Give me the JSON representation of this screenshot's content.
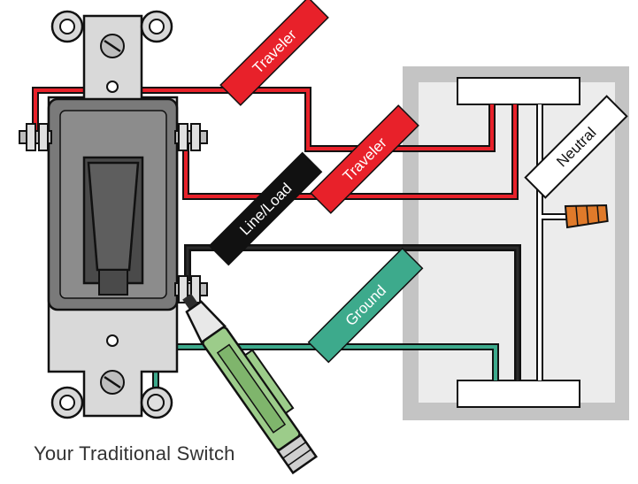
{
  "caption": "Your Traditional Switch",
  "labels": {
    "traveler_top": "Traveler",
    "traveler_mid": "Traveler",
    "line_load": "Line/Load",
    "ground": "Ground",
    "neutral": "Neutral"
  },
  "colors": {
    "traveler": "#e8212a",
    "line": "#111111",
    "ground": "#3daa8c",
    "neutral": "#ffffff",
    "wire_nut": "#e07a2a",
    "tester": "#9ccc8a",
    "switch_body": "#7a7a7a",
    "plate": "#d9d9d9",
    "box": "#c4c4c4"
  },
  "icons": [
    "screw-icon",
    "voltage-tester-icon",
    "wire-nut-icon"
  ]
}
